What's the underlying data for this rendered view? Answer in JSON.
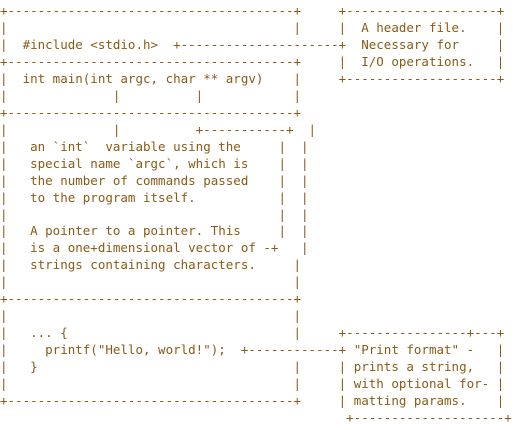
{
  "diagram": {
    "text_color": "#8b5a17",
    "lines": [
      "+--------------------------------------+     +--------------------+",
      "|                                      |     |  A header file.    |",
      "|  #include <stdio.h>  +---------------------+  Necessary for     |",
      "+--------------------------------------+     |  I/O operations.   |",
      "|  int main(int argc, char ** argv)    |     +--------------------+",
      "|              |          |            |",
      "+--------------------------------------+",
      "|              |          +-----------+  |",
      "|   an `int`  variable using the     |  |",
      "|   special name `argc`, which is    |  |",
      "|   the number of commands passed    |  |",
      "|   to the program itself.           |  |",
      "|                                    |  |",
      "|   A pointer to a pointer. This     |  |",
      "|   is a one+dimensional vector of -+   |",
      "|   strings containing characters.     |",
      "|                                      |",
      "+--------------------------------------+",
      "|                                      |",
      "|   ... {                              |     +----------------+---+",
      "|     printf(\"Hello, world!\");  +------------+ \"Print format\" -   |",
      "|   }                                  |     | prints a string,   |",
      "|                                      |     | with optional for- |",
      "+--------------------------------------+     | matting params.    |",
      "                                              +--------------------+"
    ]
  }
}
